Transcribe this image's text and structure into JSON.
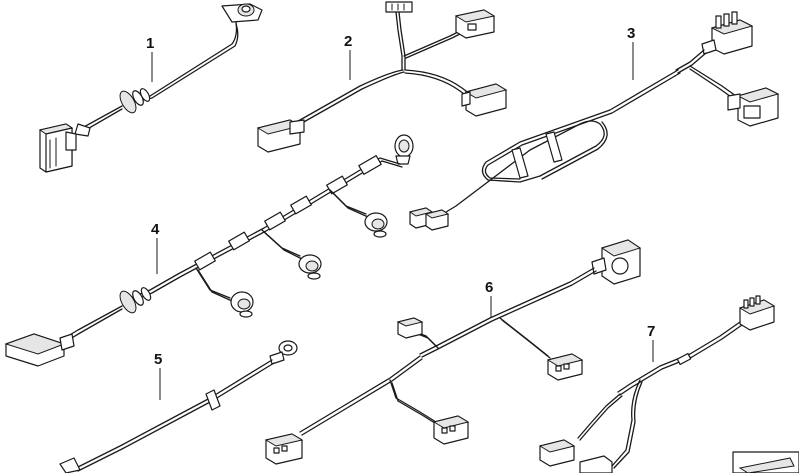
{
  "diagram": {
    "parts": [
      {
        "id": "part-1",
        "label": "1"
      },
      {
        "id": "part-2",
        "label": "2"
      },
      {
        "id": "part-3",
        "label": "3"
      },
      {
        "id": "part-4",
        "label": "4"
      },
      {
        "id": "part-5",
        "label": "5"
      },
      {
        "id": "part-6",
        "label": "6"
      },
      {
        "id": "part-7",
        "label": "7"
      }
    ]
  }
}
